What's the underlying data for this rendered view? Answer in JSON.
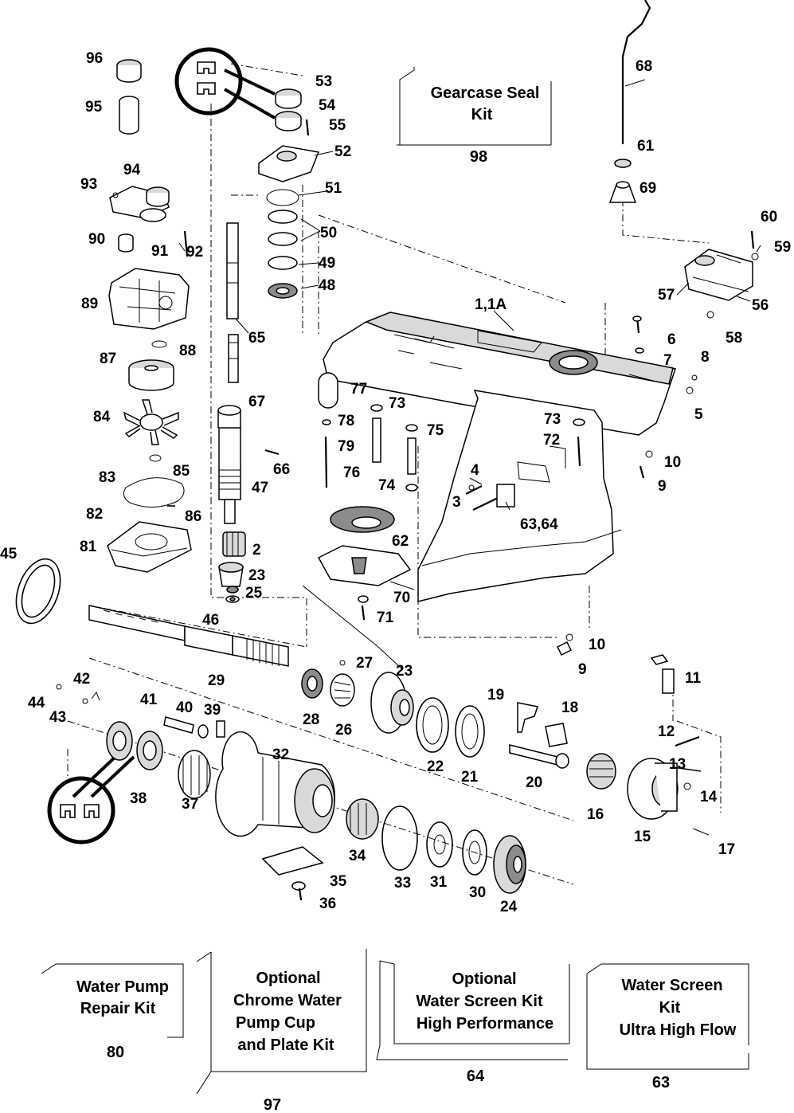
{
  "labels": {
    "p1": "1,1A",
    "p2": "2",
    "p3": "3",
    "p4": "4",
    "p5": "5",
    "p6": "6",
    "p7": "7",
    "p8": "8",
    "p9a": "9",
    "p9b": "9",
    "p10a": "10",
    "p10b": "10",
    "p11": "11",
    "p12": "12",
    "p13": "13",
    "p14": "14",
    "p15": "15",
    "p16": "16",
    "p17": "17",
    "p18": "18",
    "p19": "19",
    "p20": "20",
    "p21": "21",
    "p22": "22",
    "p23a": "23",
    "p23b": "23",
    "p24": "24",
    "p25": "25",
    "p26": "26",
    "p27": "27",
    "p28": "28",
    "p29": "29",
    "p30": "30",
    "p31": "31",
    "p32": "32",
    "p33": "33",
    "p34": "34",
    "p35": "35",
    "p36": "36",
    "p37": "37",
    "p38": "38",
    "p39": "39",
    "p40": "40",
    "p41": "41",
    "p42": "42",
    "p43": "43",
    "p44": "44",
    "p45": "45",
    "p46": "46",
    "p47": "47",
    "p48": "48",
    "p49": "49",
    "p50": "50",
    "p51": "51",
    "p52": "52",
    "p53": "53",
    "p54": "54",
    "p55": "55",
    "p56": "56",
    "p57": "57",
    "p58": "58",
    "p59": "59",
    "p60": "60",
    "p61": "61",
    "p62": "62",
    "p63_64": "63,64",
    "p65": "65",
    "p66": "66",
    "p67": "67",
    "p68": "68",
    "p69": "69",
    "p70": "70",
    "p71": "71",
    "p72": "72",
    "p73a": "73",
    "p73b": "73",
    "p74": "74",
    "p75": "75",
    "p76": "76",
    "p77": "77",
    "p78": "78",
    "p79": "79",
    "p81": "81",
    "p82": "82",
    "p83": "83",
    "p84": "84",
    "p85": "85",
    "p86": "86",
    "p87": "87",
    "p88": "88",
    "p89": "89",
    "p90": "90",
    "p91": "91",
    "p92": "92",
    "p93": "93",
    "p94": "94",
    "p95": "95",
    "p96": "96"
  },
  "kits": {
    "gearcase_seal": {
      "line1": "Gearcase Seal",
      "line2": "Kit",
      "number": "98"
    },
    "water_pump_repair": {
      "line1": "Water Pump",
      "line2": "Repair Kit",
      "number": "80"
    },
    "chrome_cup": {
      "line1": "Optional",
      "line2": "Chrome Water",
      "line3": "Pump Cup",
      "line4": "and Plate Kit",
      "number": "97"
    },
    "water_screen_hp": {
      "line1": "Optional",
      "line2": "Water Screen Kit",
      "line3": "High Performance",
      "number": "64"
    },
    "water_screen_uhf": {
      "line1": "Water Screen",
      "line2": "Kit",
      "line3": "Ultra High Flow",
      "number": "63"
    }
  }
}
